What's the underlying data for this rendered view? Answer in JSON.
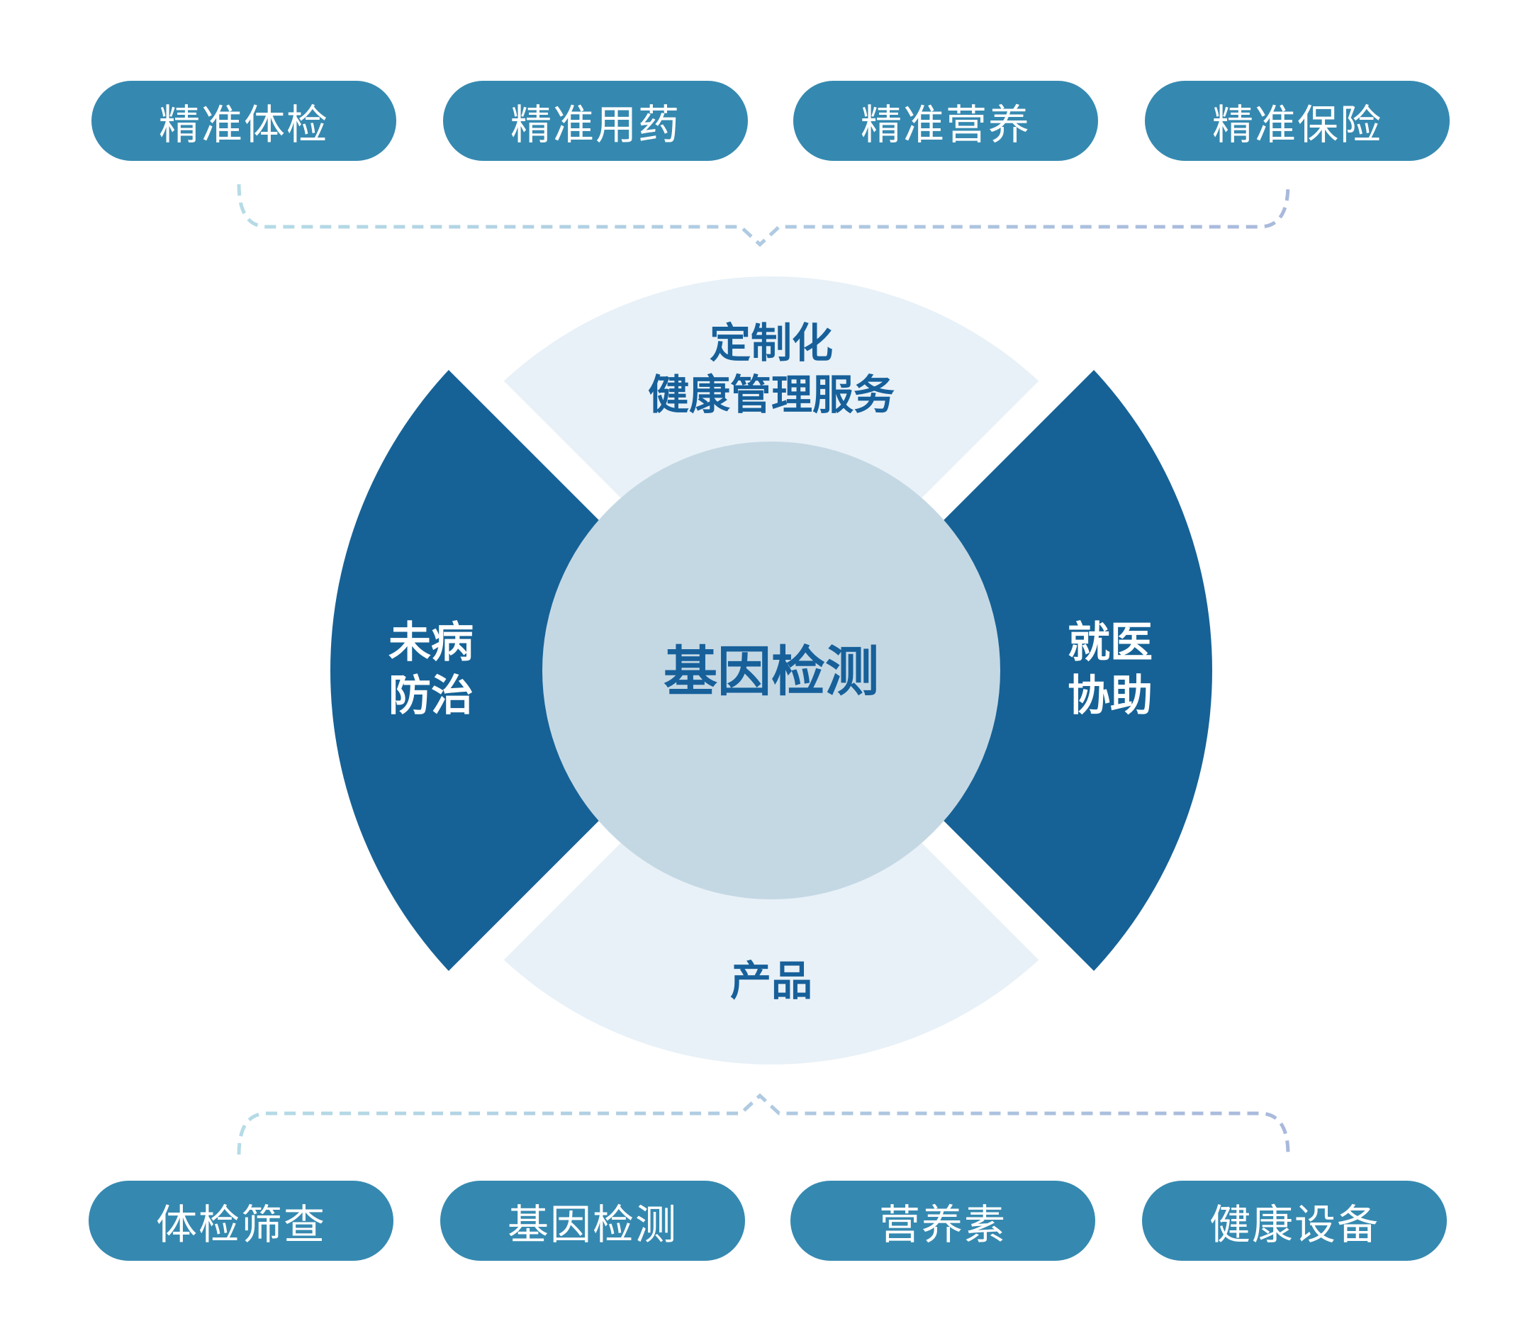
{
  "top_services": [
    "精准体检",
    "精准用药",
    "精准营养",
    "精准保险"
  ],
  "bottom_products": [
    "体检筛查",
    "基因检测",
    "营养素",
    "健康设备"
  ],
  "segments": {
    "top": {
      "line1": "定制化",
      "line2": "健康管理服务"
    },
    "left": {
      "line1": "未病",
      "line2": "防治"
    },
    "right": {
      "line1": "就医",
      "line2": "协助"
    },
    "bottom": {
      "line1": "产品"
    }
  },
  "center": "基因检测",
  "colors": {
    "pill": "#3589b0",
    "dark": "#166296",
    "light": "#e8f1f7",
    "core": "#c4d8e4",
    "text": "#17609a"
  }
}
